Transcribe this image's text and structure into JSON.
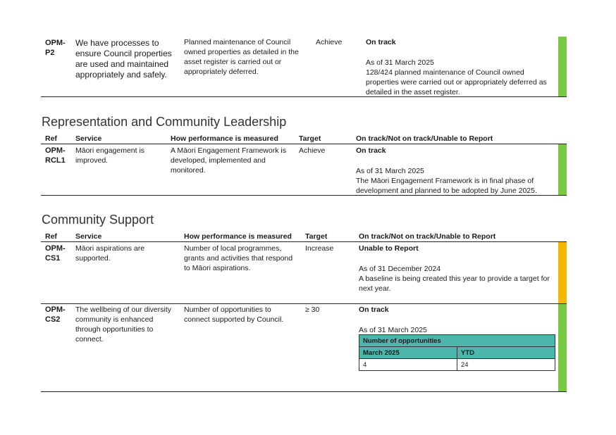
{
  "colors": {
    "on_track": "#7ac943",
    "unable": "#f5b800",
    "table_header": "#4db6ac"
  },
  "row_p2": {
    "ref": "OPM-\nP2",
    "service": "We have processes to ensure Council properties are used and maintained appropriately and safely.",
    "measure": "Planned maintenance of Council owned properties as detailed in the asset register is carried out or appropriately deferred.",
    "target": "Achieve",
    "status": "On track",
    "as_of": "As of 31 March 2025",
    "detail": "128/424 planned maintenance of Council owned properties were carried out or appropriately deferred as detailed in the asset register."
  },
  "section_rcl": {
    "title": "Representation and Community Leadership",
    "headers": {
      "ref": "Ref",
      "service": "Service",
      "measure": "How performance is measured",
      "target": "Target",
      "status": "On track/Not on track/Unable to Report"
    },
    "row": {
      "ref": "OPM-\nRCL1",
      "service": "Māori engagement is improved.",
      "measure": "A Māori Engagement Framework is developed, implemented and monitored.",
      "target": "Achieve",
      "status": "On track",
      "as_of": "As of 31 March 2025",
      "detail": "The Māori Engagement Framework is in final phase of development and planned to be adopted by June 2025."
    }
  },
  "section_cs": {
    "title": "Community Support",
    "headers": {
      "ref": "Ref",
      "service": "Service",
      "measure": "How performance is measured",
      "target": "Target",
      "status": "On track/Not on track/Unable to Report"
    },
    "row1": {
      "ref": "OPM-\nCS1",
      "service": "Māori aspirations are supported.",
      "measure": "Number of local programmes, grants and activities that respond to Māori aspirations.",
      "target": "Increase",
      "status": "Unable to Report",
      "as_of": "As of 31 December 2024",
      "detail": "A baseline is being created this year to provide a target for next year."
    },
    "row2": {
      "ref": "OPM-\nCS2",
      "service": "The wellbeing of our diversity community is enhanced through opportunities to connect.",
      "measure": "Number of opportunities to connect supported by Council.",
      "target": "≥ 30",
      "status": "On track",
      "as_of": "As of 31 March 2025",
      "table": {
        "title": "Number of opportunities",
        "col1": "March 2025",
        "col2": "YTD",
        "val1": "4",
        "val2": "24"
      }
    }
  }
}
